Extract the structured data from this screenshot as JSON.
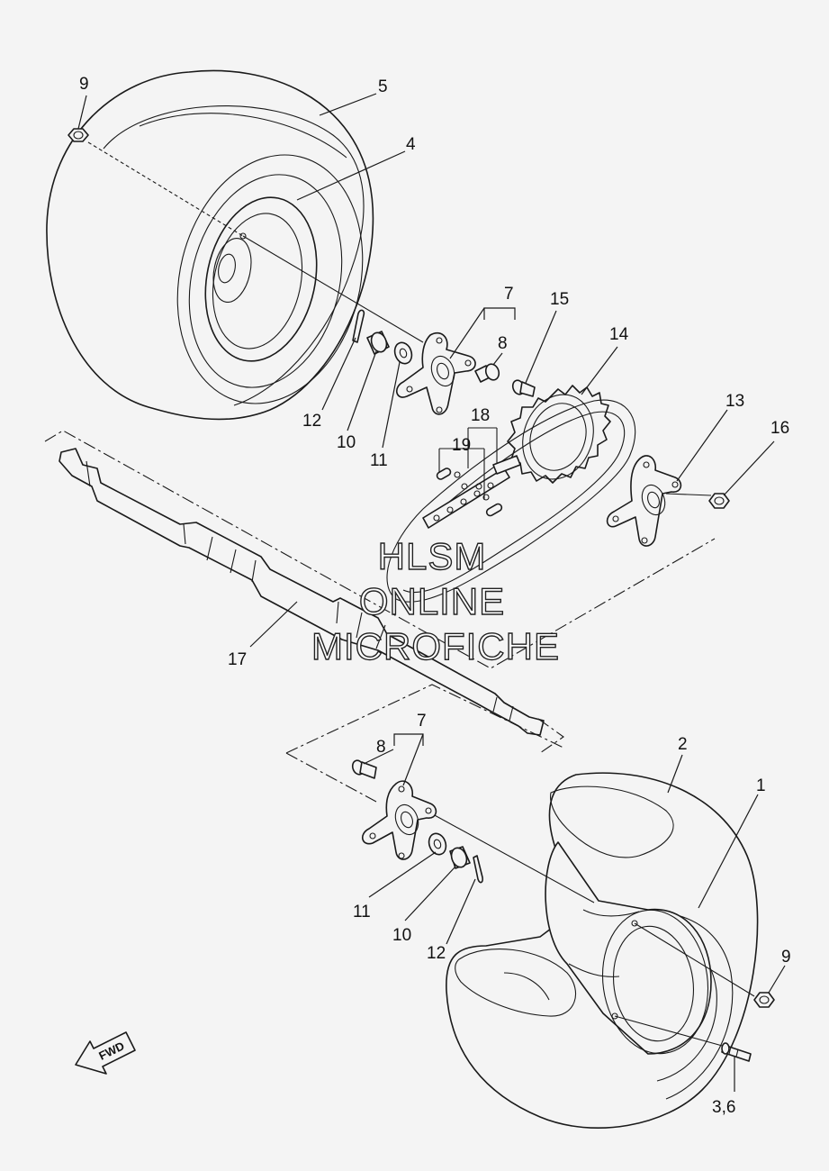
{
  "watermark": {
    "line1": "HLSM",
    "line2": "ONLINE",
    "line3": "MICROFICHE"
  },
  "direction_arrow": {
    "label": "FWD"
  },
  "callouts": {
    "c9_top": "9",
    "c5": "5",
    "c4": "4",
    "c7_top": "7",
    "c8_top": "8",
    "c15": "15",
    "c14": "14",
    "c12_top": "12",
    "c10_top": "10",
    "c11_top": "11",
    "c18": "18",
    "c19": "19",
    "c13": "13",
    "c16": "16",
    "c17": "17",
    "c7_bottom": "7",
    "c8_bottom": "8",
    "c2": "2",
    "c1": "1",
    "c11_bottom": "11",
    "c10_bottom": "10",
    "c12_bottom": "12",
    "c9_bottom": "9",
    "c3_6": "3,6"
  }
}
